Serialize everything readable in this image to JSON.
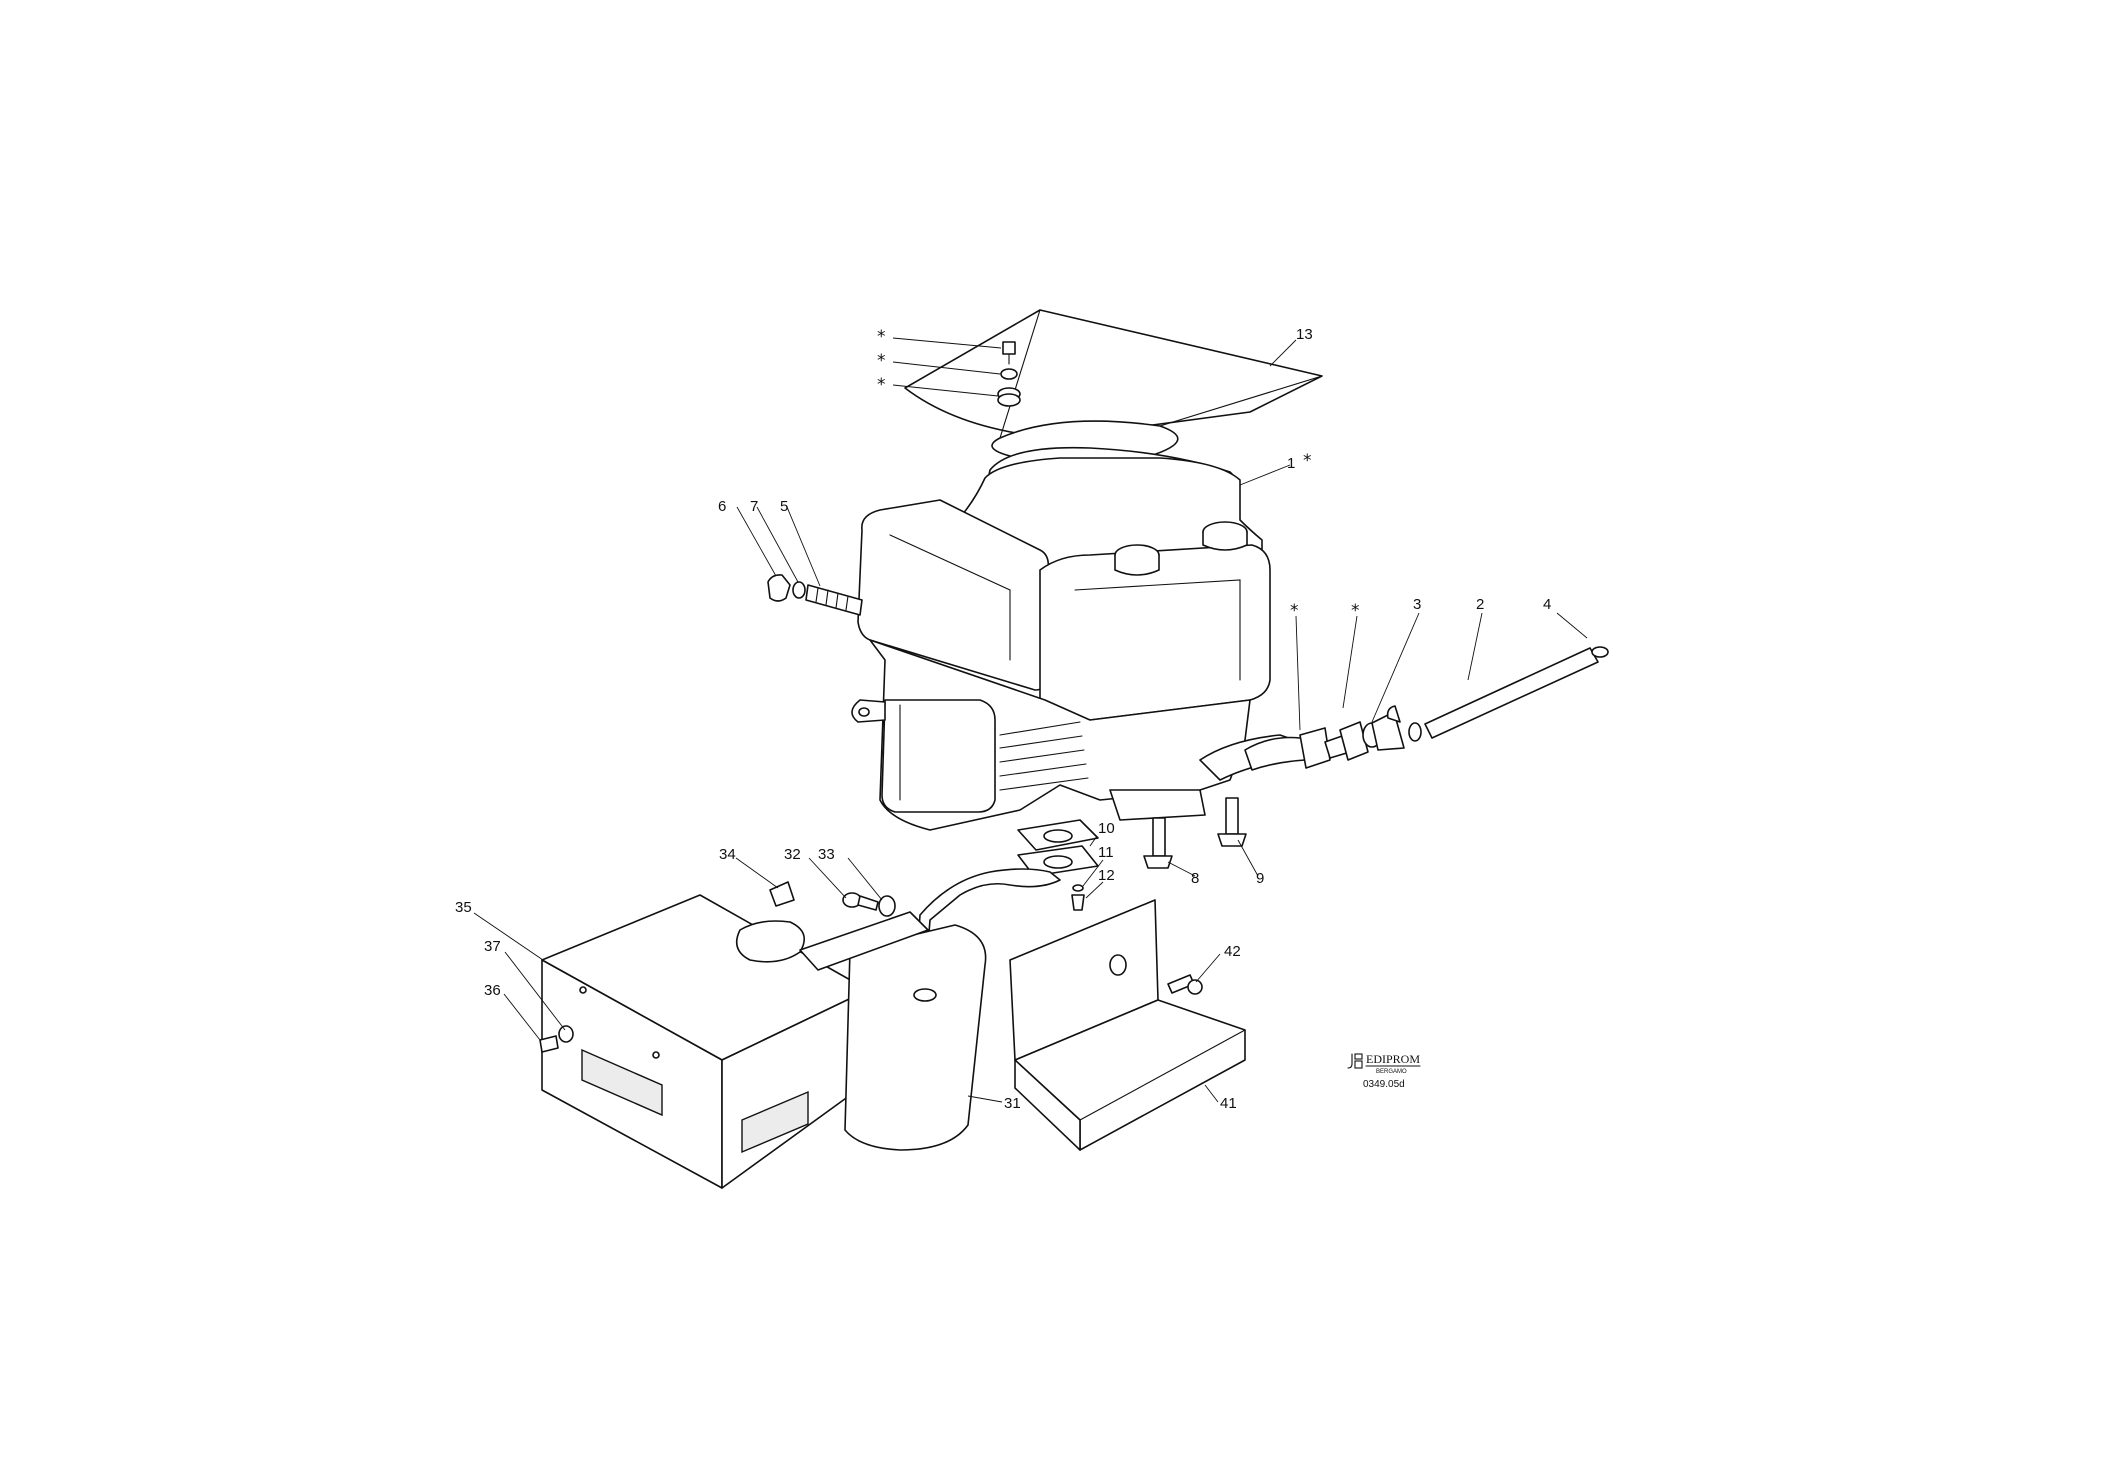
{
  "callouts": [
    {
      "id": "13",
      "label": "13"
    },
    {
      "id": "1",
      "label": "1"
    },
    {
      "id": "6",
      "label": "6"
    },
    {
      "id": "7",
      "label": "7"
    },
    {
      "id": "5",
      "label": "5"
    },
    {
      "id": "3",
      "label": "3"
    },
    {
      "id": "2",
      "label": "2"
    },
    {
      "id": "4",
      "label": "4"
    },
    {
      "id": "10",
      "label": "10"
    },
    {
      "id": "11",
      "label": "11"
    },
    {
      "id": "12",
      "label": "12"
    },
    {
      "id": "8",
      "label": "8"
    },
    {
      "id": "9",
      "label": "9"
    },
    {
      "id": "34",
      "label": "34"
    },
    {
      "id": "32",
      "label": "32"
    },
    {
      "id": "33",
      "label": "33"
    },
    {
      "id": "35",
      "label": "35"
    },
    {
      "id": "37",
      "label": "37"
    },
    {
      "id": "36",
      "label": "36"
    },
    {
      "id": "31",
      "label": "31"
    },
    {
      "id": "42",
      "label": "42"
    },
    {
      "id": "41",
      "label": "41"
    }
  ],
  "marker": "*",
  "logo": {
    "name": "EDIPROM",
    "sub": "BERGAMO"
  },
  "drawing_ref": "0349.05d",
  "icons": {
    "logo_mark": "ediprom-logo-icon"
  }
}
